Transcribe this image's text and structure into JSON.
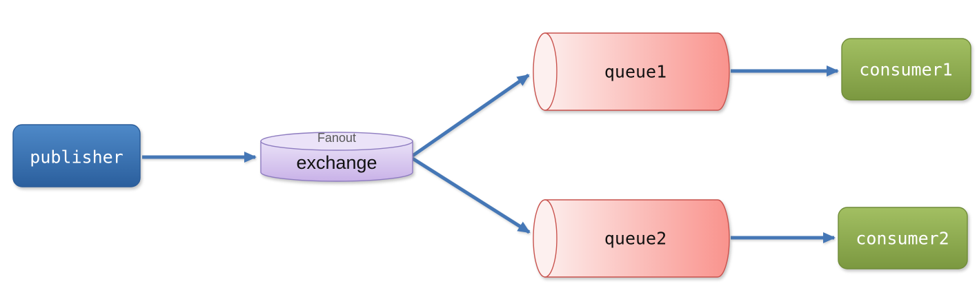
{
  "diagram": {
    "nodes": {
      "publisher": {
        "label": "publisher",
        "shape": "rounded-rect"
      },
      "exchange": {
        "label": "exchange",
        "type_label": "Fanout",
        "shape": "cylinder"
      },
      "queue1": {
        "label": "queue1",
        "shape": "horizontal-cylinder"
      },
      "queue2": {
        "label": "queue2",
        "shape": "horizontal-cylinder"
      },
      "consumer1": {
        "label": "consumer1",
        "shape": "rounded-rect"
      },
      "consumer2": {
        "label": "consumer2",
        "shape": "rounded-rect"
      }
    },
    "edges": [
      {
        "from": "publisher",
        "to": "exchange"
      },
      {
        "from": "exchange",
        "to": "queue1"
      },
      {
        "from": "exchange",
        "to": "queue2"
      },
      {
        "from": "queue1",
        "to": "consumer1"
      },
      {
        "from": "queue2",
        "to": "consumer2"
      }
    ],
    "colors": {
      "publisher_fill_top": "#4e89c8",
      "publisher_fill_bottom": "#2b5f9d",
      "publisher_border": "#2a5c99",
      "exchange_fill_top": "#e9e1f7",
      "exchange_fill_bottom": "#c9b2e8",
      "exchange_top_fill": "#ebe3f8",
      "exchange_border": "#8e7cc0",
      "queue_fill_left": "#fdf3f2",
      "queue_fill_right": "#f9938d",
      "queue_cap_fill": "#fdf0ef",
      "queue_border": "#c9534e",
      "consumer_fill_top": "#a2bf62",
      "consumer_fill_bottom": "#7b9840",
      "consumer_border": "#6f8c38",
      "arrow": "#4577b6",
      "label_light": "#ffffff",
      "label_dark": "#111111",
      "sublabel_gray": "#595959"
    }
  }
}
